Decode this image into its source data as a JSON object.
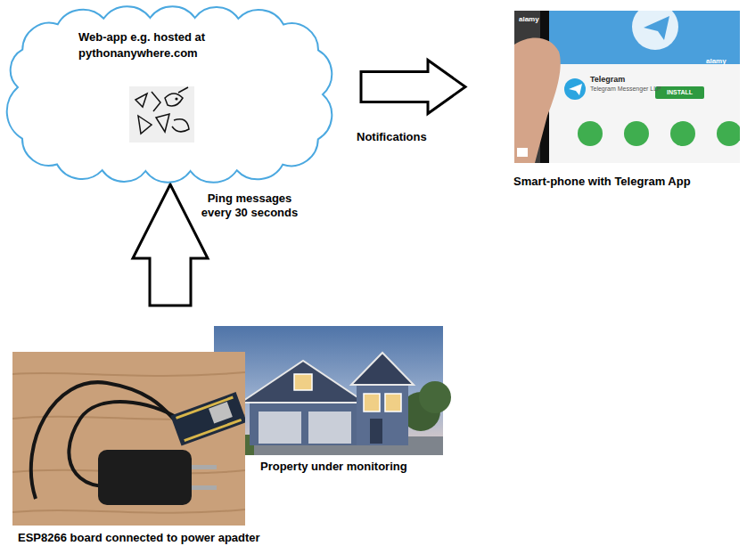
{
  "diagram": {
    "nodes": [
      {
        "text": [
          "Web-app e.g. hosted at pythonanywhere.com"
        ]
      },
      {
        "text": [
          "Smart-phone with Telegram App"
        ]
      },
      {
        "text": [
          "Property under monitoring"
        ]
      },
      {
        "text": [
          "ESP8266 board connected to power apadter"
        ]
      }
    ],
    "edges": [
      {
        "from": 3,
        "to": 0,
        "arrow": "to",
        "label": "Ping messages every 30 seconds"
      },
      {
        "from": 0,
        "to": 1,
        "arrow": "to",
        "label": "Notifications"
      }
    ],
    "labels": [
      "Telegram",
      "Telegram Messenger LLP",
      "INSTALL",
      "alamy",
      "alamy"
    ]
  }
}
